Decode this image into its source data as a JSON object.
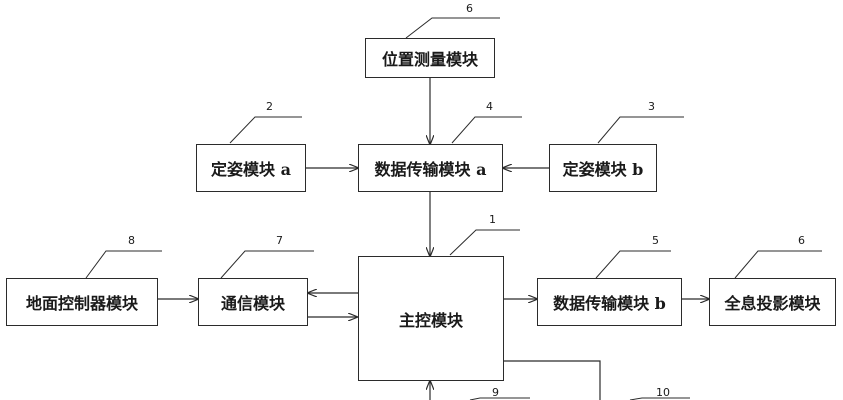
{
  "modules": {
    "position": "位置测量模块",
    "pose_a": "定姿模块 a",
    "data_a": "数据传输模块 a",
    "pose_b": "定姿模块 b",
    "ground": "地面控制器模块",
    "comm": "通信模块",
    "main": "主控模块",
    "data_b": "数据传输模块 b",
    "holo": "全息投影模块"
  },
  "labels": {
    "position": "6",
    "pose_a": "2",
    "data_a": "4",
    "pose_b": "3",
    "ground": "8",
    "comm": "7",
    "main": "1",
    "data_b": "5",
    "holo": "6",
    "bottom_left": "9",
    "bottom_right": "10"
  }
}
